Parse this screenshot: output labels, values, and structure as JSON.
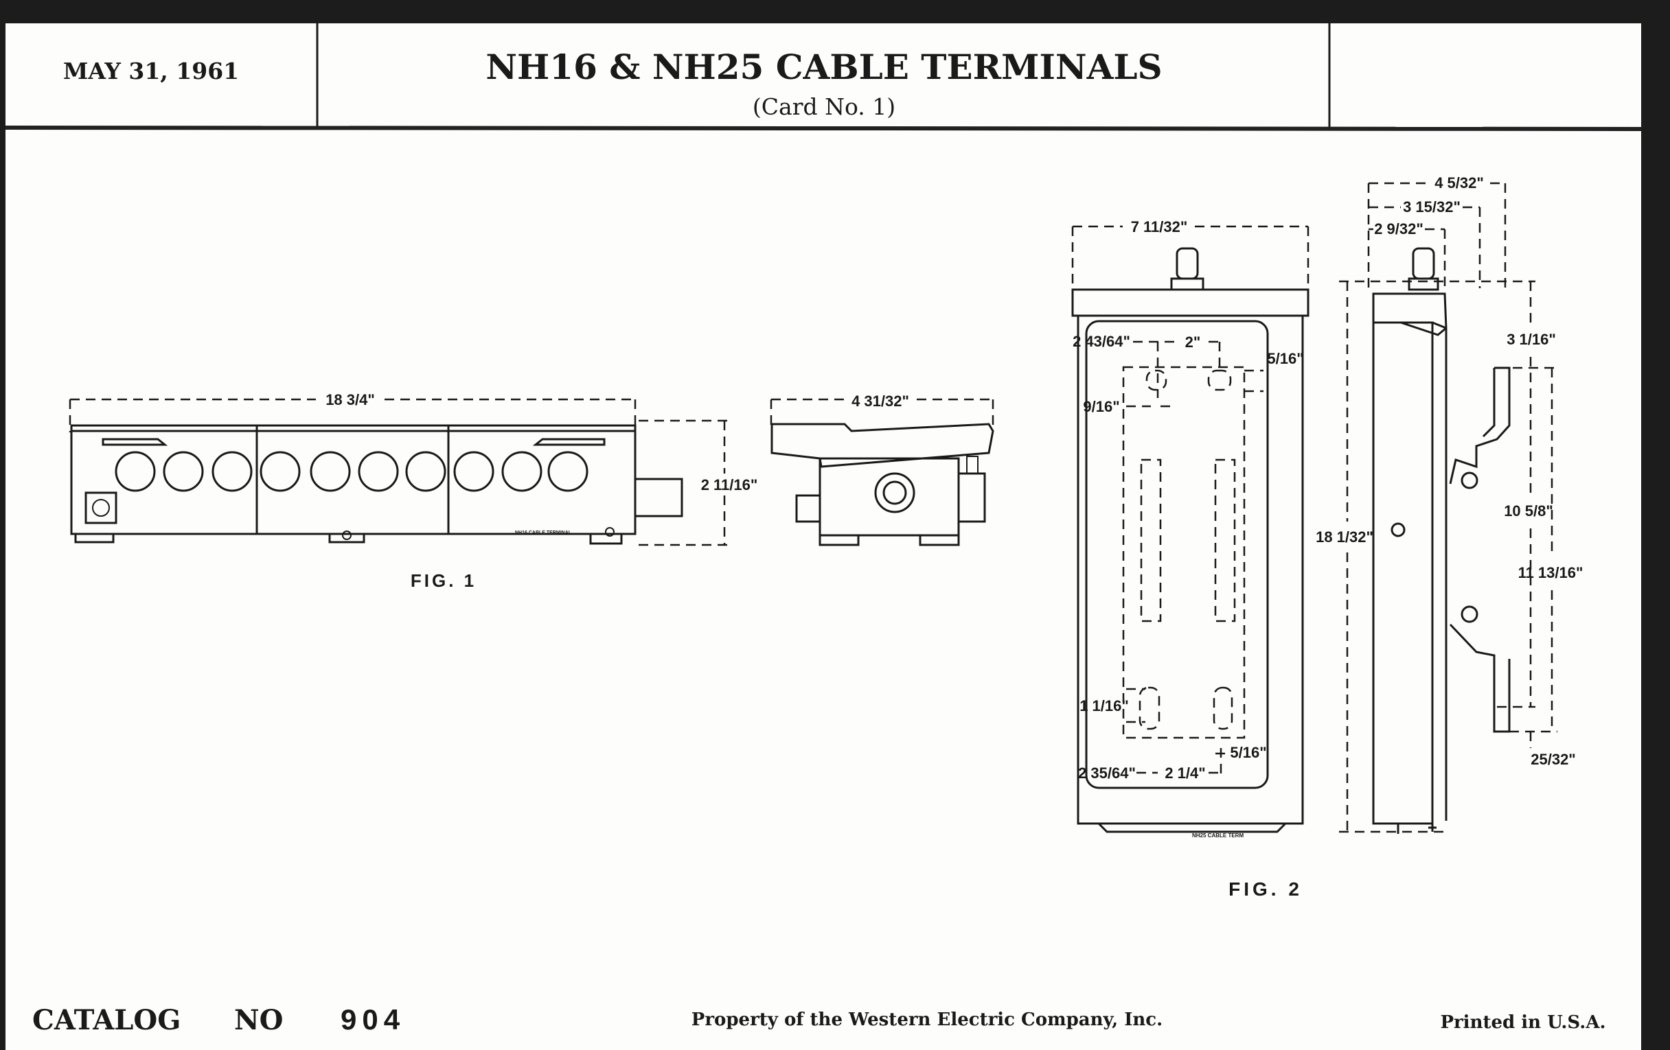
{
  "header": {
    "date": "MAY 31, 1961",
    "title": "NH16 & NH25 CABLE TERMINALS",
    "subtitle": "(Card No. 1)"
  },
  "figures": {
    "fig1": {
      "label": "FIG. 1",
      "stamp": "NH16 CABLE TERMINAL",
      "dims": {
        "length": "18 3/4\"",
        "height": "2 11/16\"",
        "depth": "4 31/32\""
      }
    },
    "fig2": {
      "label": "FIG. 2",
      "stamp": "NH25 CABLE TERM",
      "dims": {
        "width": "7 11/32\"",
        "depth_total": "4 5/32\"",
        "depth_mid": "3 15/32\"",
        "depth_stud": "2 9/32\"",
        "left_top": "2 43/64\"",
        "hole_spacing_top": "2\"",
        "slot_top": "5/16\"",
        "slot_width": "9/16\"",
        "bracket_top": "3 1/16\"",
        "bracket_inner": "10 5/8\"",
        "bracket_outer": "11 13/16\"",
        "overall_height": "18 1/32\"",
        "slot_bottom": "1 1/16\"",
        "slot_bottom_width": "5/16\"",
        "left_bottom": "2 35/64\"",
        "hole_spacing_bottom": "2 1/4\"",
        "bracket_bottom": "25/32\""
      }
    }
  },
  "footer": {
    "catalog": "CATALOG",
    "number_label": "NO",
    "number": "904",
    "property": "Property of the Western Electric Company, Inc.",
    "printed": "Printed in U.S.A."
  }
}
